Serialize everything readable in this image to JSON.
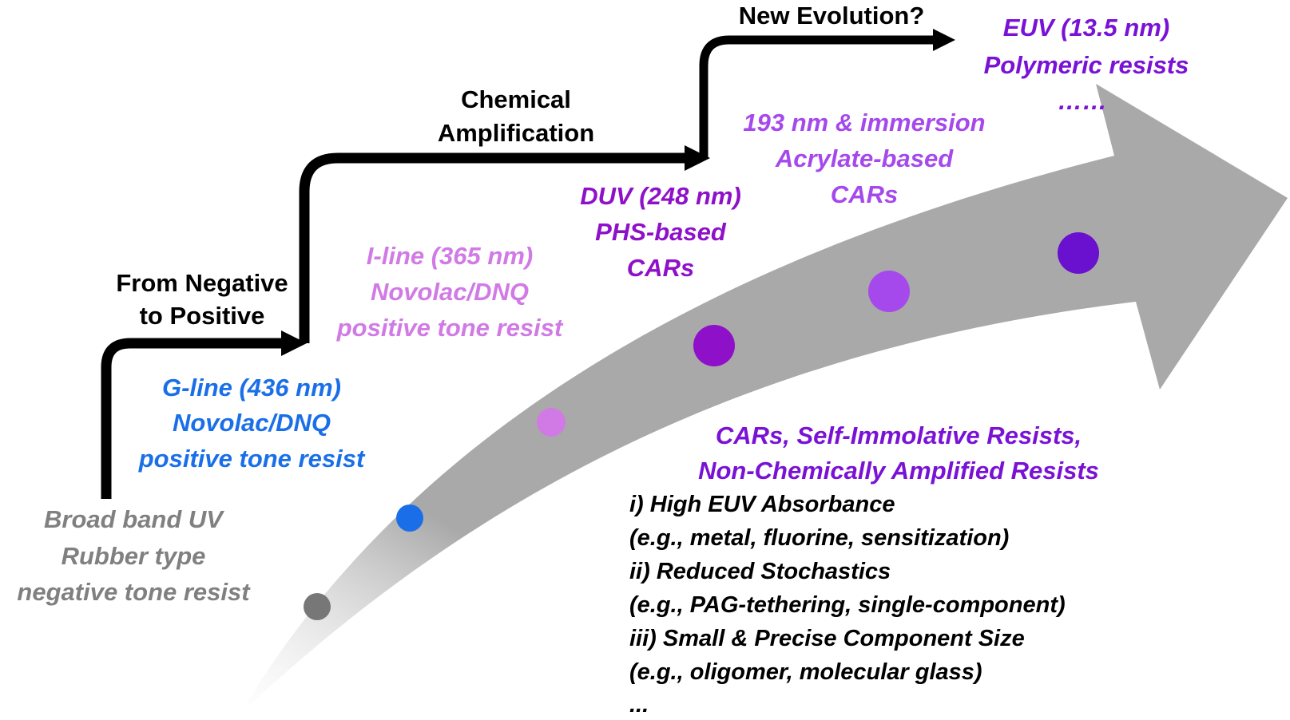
{
  "colors": {
    "broadband": "#808080",
    "gline": "#1a6fe8",
    "iline": "#d17ae6",
    "duv": "#8f10c9",
    "arf": "#a549ec",
    "euv": "#7a12d6",
    "arrow": "#a9a9a9",
    "stair": "#000000",
    "notes": "#000000"
  },
  "stages": {
    "broadband": {
      "line1": "Broad band UV",
      "line2": "Rubber type",
      "line3": "negative tone resist"
    },
    "gline": {
      "line1": "G-line (436 nm)",
      "line2": "Novolac/DNQ",
      "line3": "positive tone resist"
    },
    "iline": {
      "line1": "I-line (365 nm)",
      "line2": "Novolac/DNQ",
      "line3": "positive tone resist"
    },
    "duv": {
      "line1": "DUV (248 nm)",
      "line2": "PHS-based",
      "line3": "CARs"
    },
    "arf": {
      "line1": "193 nm & immersion",
      "line2": "Acrylate-based",
      "line3": "CARs"
    },
    "euv": {
      "line1": "EUV (13.5 nm)",
      "line2": "Polymeric resists",
      "line3": "……"
    }
  },
  "steps": {
    "neg_to_pos": {
      "line1": "From Negative",
      "line2": "to Positive"
    },
    "chem_amp": {
      "line1": "Chemical",
      "line2": "Amplification"
    },
    "new_evo": {
      "line1": "New Evolution?"
    }
  },
  "future": {
    "heading1": "CARs, Self-Immolative Resists,",
    "heading2": "Non-Chemically Amplified Resists",
    "items": [
      "i) High EUV Absorbance",
      "(e.g., metal, fluorine, sensitization)",
      "ii) Reduced Stochastics",
      "(e.g., PAG-tethering, single-component)",
      "iii) Small & Precise Component Size",
      "(e.g., oligomer, molecular glass)",
      "..."
    ]
  }
}
